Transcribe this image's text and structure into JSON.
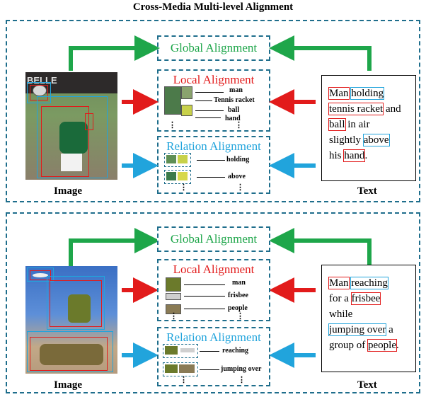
{
  "title": "Cross-Media Multi-level Alignment",
  "colors": {
    "global": "#1ea64a",
    "local": "#e21b1b",
    "relation": "#21a4dc",
    "panel_border": "#1f6e8c"
  },
  "panels": [
    {
      "image_caption": "Image",
      "text_caption": "Text",
      "global_label": "Global Alignment",
      "local_label": "Local Alignment",
      "relation_label": "Relation Alignment",
      "local_items": [
        "man",
        "Tennis racket",
        "ball",
        "hand",
        "⋮"
      ],
      "relation_items": [
        "holding",
        "above",
        "⋮"
      ],
      "text_lines": [
        [
          {
            "t": "Man",
            "h": "red"
          },
          {
            "t": " "
          },
          {
            "t": "holding",
            "h": "blue"
          }
        ],
        [
          {
            "t": "tennis racket",
            "h": "red"
          },
          {
            "t": " and"
          }
        ],
        [
          {
            "t": "ball",
            "h": "red"
          },
          {
            "t": " in air"
          }
        ],
        [
          {
            "t": "slightly "
          },
          {
            "t": "above",
            "h": "blue"
          }
        ],
        [
          {
            "t": "his "
          },
          {
            "t": "hand",
            "h": "red"
          },
          {
            "t": "."
          }
        ]
      ]
    },
    {
      "image_caption": "Image",
      "text_caption": "Text",
      "global_label": "Global Alignment",
      "local_label": "Local Alignment",
      "relation_label": "Relation Alignment",
      "local_items": [
        "man",
        "frisbee",
        "people",
        "⋮"
      ],
      "relation_items": [
        "reaching",
        "jumping over",
        "⋮"
      ],
      "text_lines": [
        [
          {
            "t": "Man",
            "h": "red"
          },
          {
            "t": " "
          },
          {
            "t": "reaching",
            "h": "blue"
          }
        ],
        [
          {
            "t": "for a "
          },
          {
            "t": "frisbee",
            "h": "red"
          }
        ],
        [
          {
            "t": "while"
          }
        ],
        [
          {
            "t": "jumping over",
            "h": "blue"
          },
          {
            "t": " a"
          }
        ],
        [
          {
            "t": "group of "
          },
          {
            "t": "people",
            "h": "red"
          },
          {
            "t": "."
          }
        ]
      ]
    }
  ]
}
